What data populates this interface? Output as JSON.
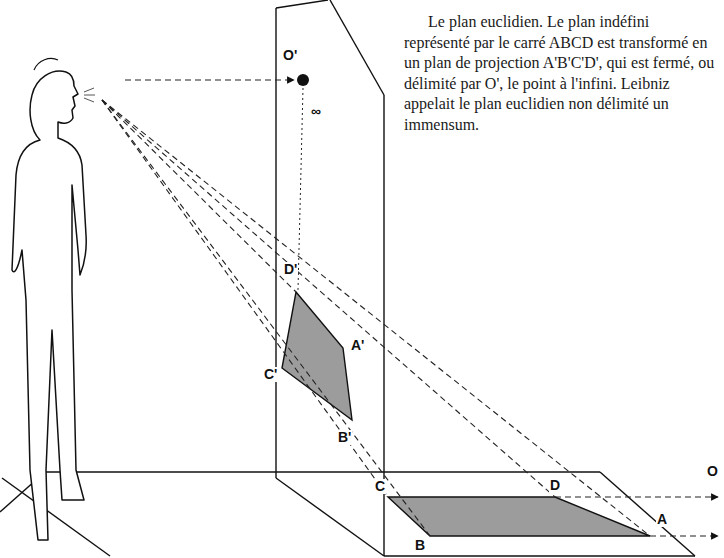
{
  "diagram": {
    "caption": "Le plan euclidien. Le plan indéfini représenté par le carré ABCD est transformé en un plan de projection A'B'C'D', qui est fermé, ou délimité par O', le point à l'infini. Leibniz appelait le plan euclidien non délimité un immensum.",
    "labels": [
      "O'",
      "∞",
      "D'",
      "A'",
      "C'",
      "B'",
      "C",
      "D",
      "B",
      "A",
      "O"
    ]
  }
}
